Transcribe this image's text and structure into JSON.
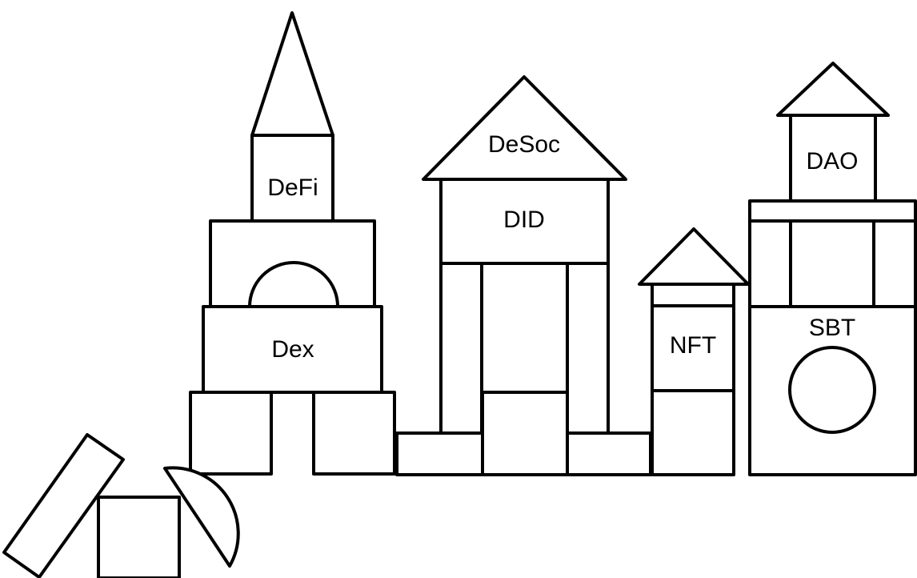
{
  "labels": {
    "defi": "DeFi",
    "dex": "Dex",
    "desoc": "DeSoc",
    "did": "DID",
    "nft": "NFT",
    "dao": "DAO",
    "sbt": "SBT"
  },
  "colors": {
    "stroke": "#000000",
    "fill": "#ffffff",
    "text": "#000000"
  }
}
